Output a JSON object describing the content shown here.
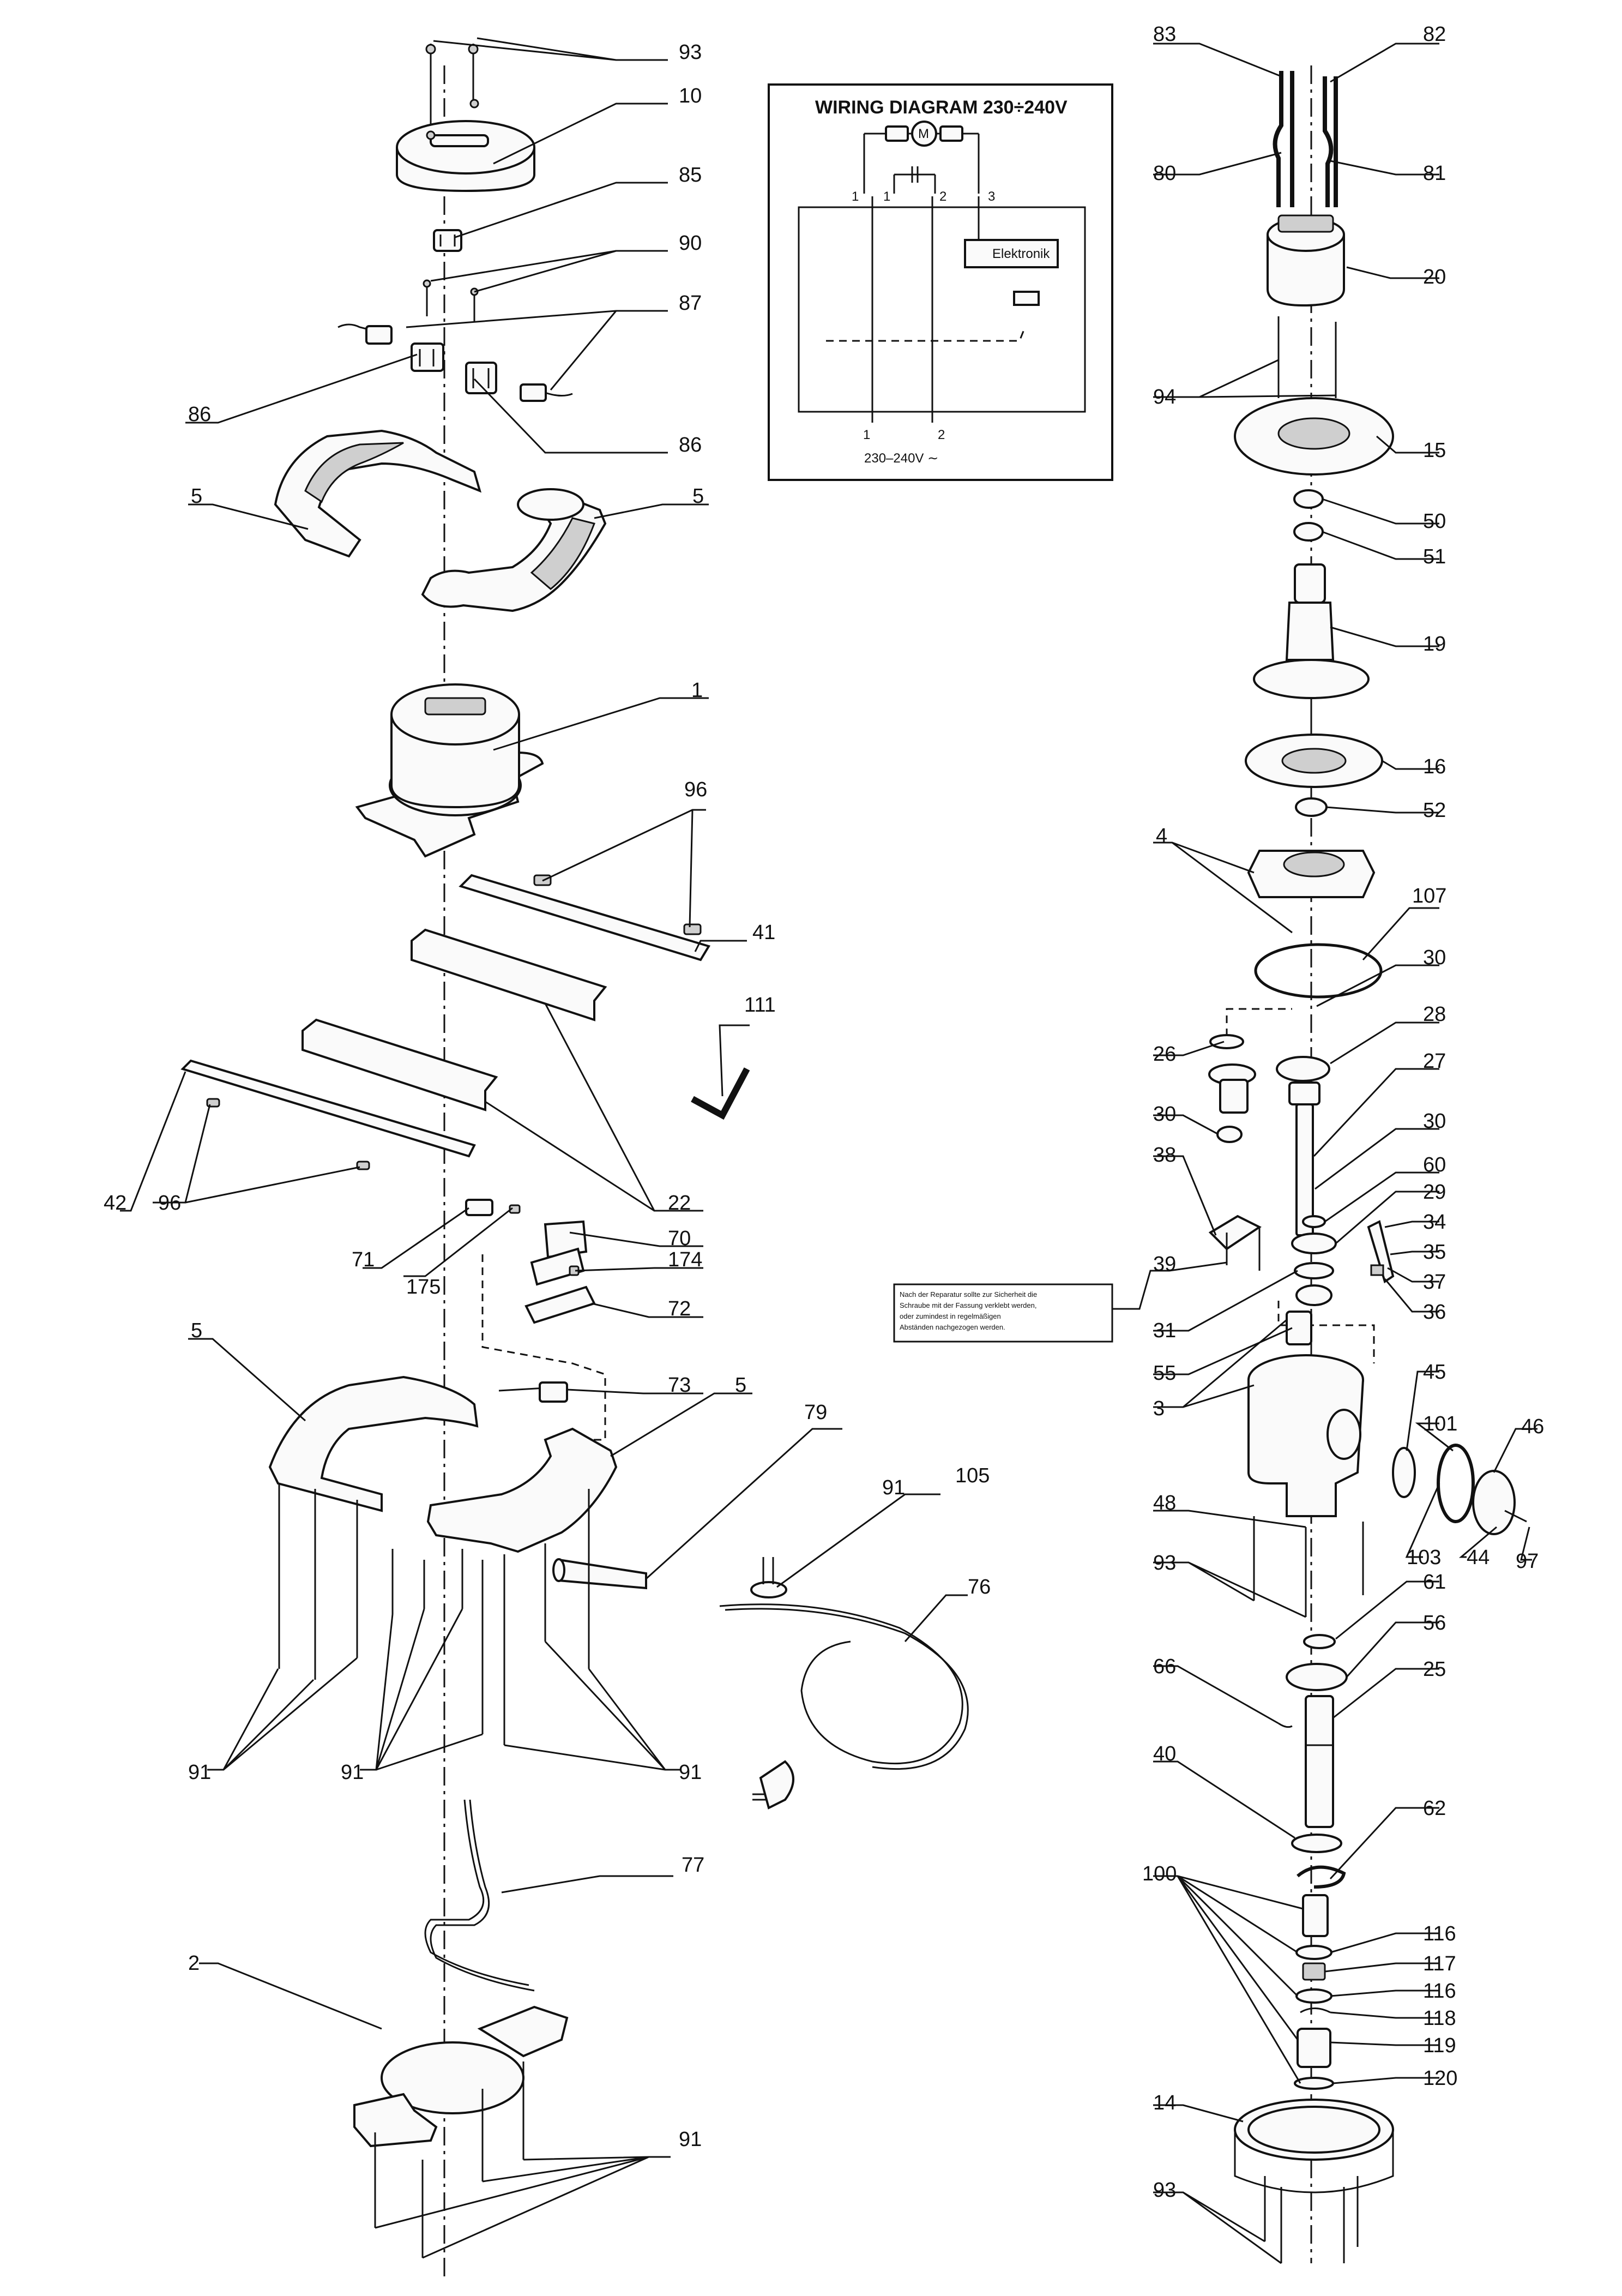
{
  "wiring": {
    "title": "WIRING DIAGRAM 230÷240V",
    "module": "Elektronik",
    "terminals": [
      "1",
      "1",
      "2",
      "3"
    ],
    "inputs": [
      "1",
      "2"
    ],
    "voltage": "230–240V ∼"
  },
  "note": {
    "lines": [
      "Nach der Reparatur sollte zur Sicherheit die",
      "Schraube mit der Fassung verklebt werden,",
      "oder zumindest in regelmäßigen",
      "Abständen nachgezogen werden."
    ]
  },
  "callouts": [
    {
      "id": "c93a",
      "text": "93"
    },
    {
      "id": "c10",
      "text": "10"
    },
    {
      "id": "c85",
      "text": "85"
    },
    {
      "id": "c90",
      "text": "90"
    },
    {
      "id": "c87",
      "text": "87"
    },
    {
      "id": "c86a",
      "text": "86"
    },
    {
      "id": "c86b",
      "text": "86"
    },
    {
      "id": "c5a",
      "text": "5"
    },
    {
      "id": "c5b",
      "text": "5"
    },
    {
      "id": "c1",
      "text": "1"
    },
    {
      "id": "c96a",
      "text": "96"
    },
    {
      "id": "c41",
      "text": "41"
    },
    {
      "id": "c111",
      "text": "111"
    },
    {
      "id": "c42",
      "text": "42"
    },
    {
      "id": "c96b",
      "text": "96"
    },
    {
      "id": "c22",
      "text": "22"
    },
    {
      "id": "c71",
      "text": "71"
    },
    {
      "id": "c70",
      "text": "70"
    },
    {
      "id": "c174",
      "text": "174"
    },
    {
      "id": "c175",
      "text": "175"
    },
    {
      "id": "c72",
      "text": "72"
    },
    {
      "id": "c5c",
      "text": "5"
    },
    {
      "id": "c73",
      "text": "73"
    },
    {
      "id": "c5d",
      "text": "5"
    },
    {
      "id": "c79",
      "text": "79"
    },
    {
      "id": "c91a",
      "text": "91"
    },
    {
      "id": "c105",
      "text": "105"
    },
    {
      "id": "c76",
      "text": "76"
    },
    {
      "id": "c91b",
      "text": "91"
    },
    {
      "id": "c91c",
      "text": "91"
    },
    {
      "id": "c91d",
      "text": "91"
    },
    {
      "id": "c77",
      "text": "77"
    },
    {
      "id": "c2",
      "text": "2"
    },
    {
      "id": "c91e",
      "text": "91"
    },
    {
      "id": "c83",
      "text": "83"
    },
    {
      "id": "c82",
      "text": "82"
    },
    {
      "id": "c80",
      "text": "80"
    },
    {
      "id": "c81",
      "text": "81"
    },
    {
      "id": "c20",
      "text": "20"
    },
    {
      "id": "c94",
      "text": "94"
    },
    {
      "id": "c15",
      "text": "15"
    },
    {
      "id": "c50",
      "text": "50"
    },
    {
      "id": "c51",
      "text": "51"
    },
    {
      "id": "c19",
      "text": "19"
    },
    {
      "id": "c16",
      "text": "16"
    },
    {
      "id": "c52",
      "text": "52"
    },
    {
      "id": "c4",
      "text": "4"
    },
    {
      "id": "c107",
      "text": "107"
    },
    {
      "id": "c30a",
      "text": "30"
    },
    {
      "id": "c28",
      "text": "28"
    },
    {
      "id": "c26",
      "text": "26"
    },
    {
      "id": "c27",
      "text": "27"
    },
    {
      "id": "c30b",
      "text": "30"
    },
    {
      "id": "c30c",
      "text": "30"
    },
    {
      "id": "c60",
      "text": "60"
    },
    {
      "id": "c38",
      "text": "38"
    },
    {
      "id": "c29",
      "text": "29"
    },
    {
      "id": "c34",
      "text": "34"
    },
    {
      "id": "c35",
      "text": "35"
    },
    {
      "id": "c39",
      "text": "39"
    },
    {
      "id": "c37",
      "text": "37"
    },
    {
      "id": "c36",
      "text": "36"
    },
    {
      "id": "c31",
      "text": "31"
    },
    {
      "id": "c55",
      "text": "55"
    },
    {
      "id": "c45",
      "text": "45"
    },
    {
      "id": "c3",
      "text": "3"
    },
    {
      "id": "c101",
      "text": "101"
    },
    {
      "id": "c46",
      "text": "46"
    },
    {
      "id": "c48",
      "text": "48"
    },
    {
      "id": "c103",
      "text": "103"
    },
    {
      "id": "c44",
      "text": "44"
    },
    {
      "id": "c97",
      "text": "97"
    },
    {
      "id": "c93b",
      "text": "93"
    },
    {
      "id": "c61",
      "text": "61"
    },
    {
      "id": "c56",
      "text": "56"
    },
    {
      "id": "c66",
      "text": "66"
    },
    {
      "id": "c25",
      "text": "25"
    },
    {
      "id": "c40",
      "text": "40"
    },
    {
      "id": "c62",
      "text": "62"
    },
    {
      "id": "c100",
      "text": "100"
    },
    {
      "id": "c116a",
      "text": "116"
    },
    {
      "id": "c117",
      "text": "117"
    },
    {
      "id": "c116b",
      "text": "116"
    },
    {
      "id": "c118",
      "text": "118"
    },
    {
      "id": "c119",
      "text": "119"
    },
    {
      "id": "c120",
      "text": "120"
    },
    {
      "id": "c14",
      "text": "14"
    },
    {
      "id": "c93c",
      "text": "93"
    }
  ]
}
